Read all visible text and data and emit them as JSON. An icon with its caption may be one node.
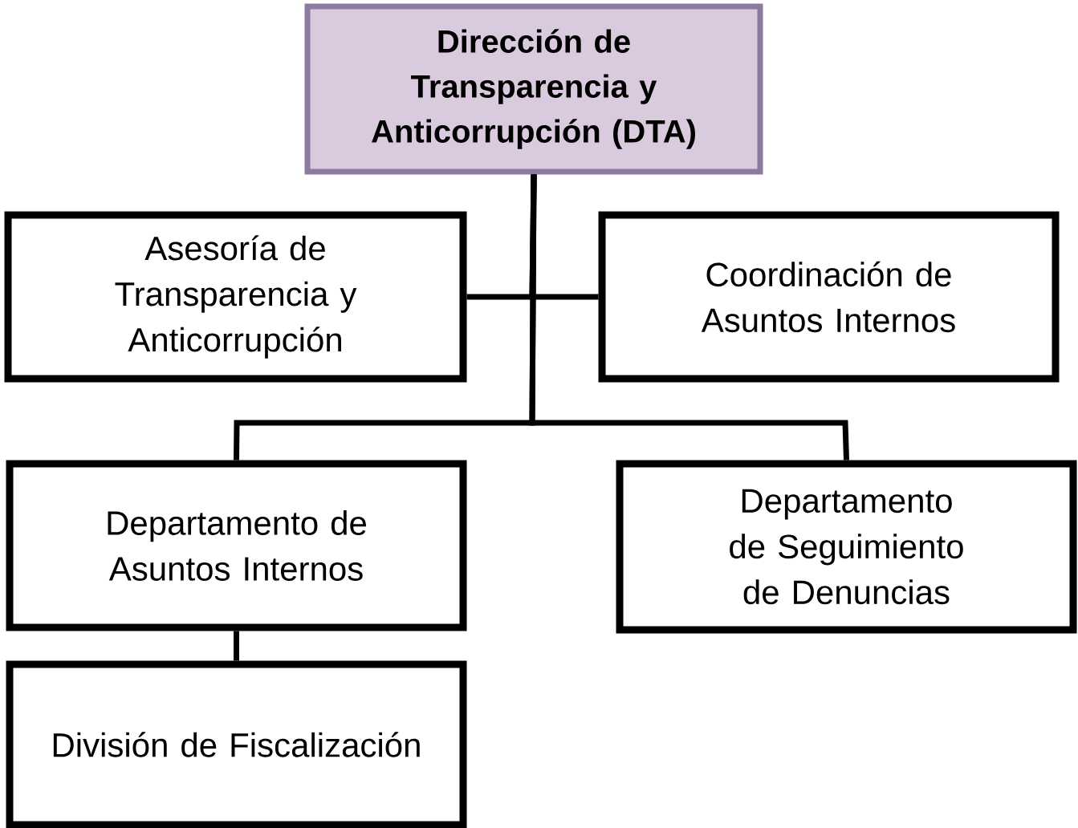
{
  "diagram": {
    "nodes": [
      {
        "text": [
          "Dirección de Transparencia y Anticorrupción (DTA)"
        ]
      },
      {
        "text": [
          "Asesoría de Transparencia y Anticorrupción"
        ]
      },
      {
        "text": [
          "Coordinación de Asuntos Internos"
        ]
      },
      {
        "text": [
          "Departamento de Asuntos Internos"
        ]
      },
      {
        "text": [
          "Departamento de Seguimiento de Denuncias"
        ]
      },
      {
        "text": [
          "División de Fiscalización"
        ]
      }
    ],
    "edges": [
      {
        "from": 0,
        "to": 1,
        "arrow": "none"
      },
      {
        "from": 0,
        "to": 2,
        "arrow": "none"
      },
      {
        "from": 0,
        "to": 3,
        "arrow": "none"
      },
      {
        "from": 0,
        "to": 4,
        "arrow": "none"
      },
      {
        "from": 3,
        "to": 5,
        "arrow": "none"
      }
    ]
  }
}
